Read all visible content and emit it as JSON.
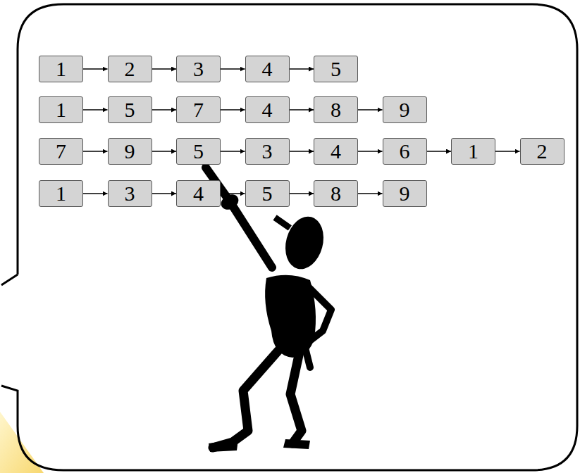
{
  "diagram": {
    "nodes": [
      {
        "text": [
          "1"
        ]
      },
      {
        "text": [
          "2"
        ]
      },
      {
        "text": [
          "3"
        ]
      },
      {
        "text": [
          "4"
        ]
      },
      {
        "text": [
          "5"
        ]
      },
      {
        "text": [
          "1"
        ]
      },
      {
        "text": [
          "5"
        ]
      },
      {
        "text": [
          "7"
        ]
      },
      {
        "text": [
          "4"
        ]
      },
      {
        "text": [
          "8"
        ]
      },
      {
        "text": [
          "9"
        ]
      },
      {
        "text": [
          "7"
        ]
      },
      {
        "text": [
          "9"
        ]
      },
      {
        "text": [
          "5"
        ]
      },
      {
        "text": [
          "3"
        ]
      },
      {
        "text": [
          "4"
        ]
      },
      {
        "text": [
          "6"
        ]
      },
      {
        "text": [
          "1"
        ]
      },
      {
        "text": [
          "2"
        ]
      },
      {
        "text": [
          "1"
        ]
      },
      {
        "text": [
          "3"
        ]
      },
      {
        "text": [
          "4"
        ]
      },
      {
        "text": [
          "5"
        ]
      },
      {
        "text": [
          "8"
        ]
      },
      {
        "text": [
          "9"
        ]
      }
    ],
    "edges": [
      {
        "from": 0,
        "to": 1,
        "arrow": "to"
      },
      {
        "from": 1,
        "to": 2,
        "arrow": "to"
      },
      {
        "from": 2,
        "to": 3,
        "arrow": "to"
      },
      {
        "from": 3,
        "to": 4,
        "arrow": "to"
      },
      {
        "from": 5,
        "to": 6,
        "arrow": "to"
      },
      {
        "from": 6,
        "to": 7,
        "arrow": "to"
      },
      {
        "from": 7,
        "to": 8,
        "arrow": "to"
      },
      {
        "from": 8,
        "to": 9,
        "arrow": "to"
      },
      {
        "from": 9,
        "to": 10,
        "arrow": "to"
      },
      {
        "from": 11,
        "to": 12,
        "arrow": "to"
      },
      {
        "from": 12,
        "to": 13,
        "arrow": "to"
      },
      {
        "from": 13,
        "to": 14,
        "arrow": "to"
      },
      {
        "from": 14,
        "to": 15,
        "arrow": "to"
      },
      {
        "from": 15,
        "to": 16,
        "arrow": "to"
      },
      {
        "from": 16,
        "to": 17,
        "arrow": "to"
      },
      {
        "from": 17,
        "to": 18,
        "arrow": "to"
      },
      {
        "from": 19,
        "to": 20,
        "arrow": "to"
      },
      {
        "from": 20,
        "to": 21,
        "arrow": "to"
      },
      {
        "from": 21,
        "to": 22,
        "arrow": "to"
      },
      {
        "from": 22,
        "to": 23,
        "arrow": "to"
      },
      {
        "from": 23,
        "to": 24,
        "arrow": "to"
      }
    ]
  }
}
